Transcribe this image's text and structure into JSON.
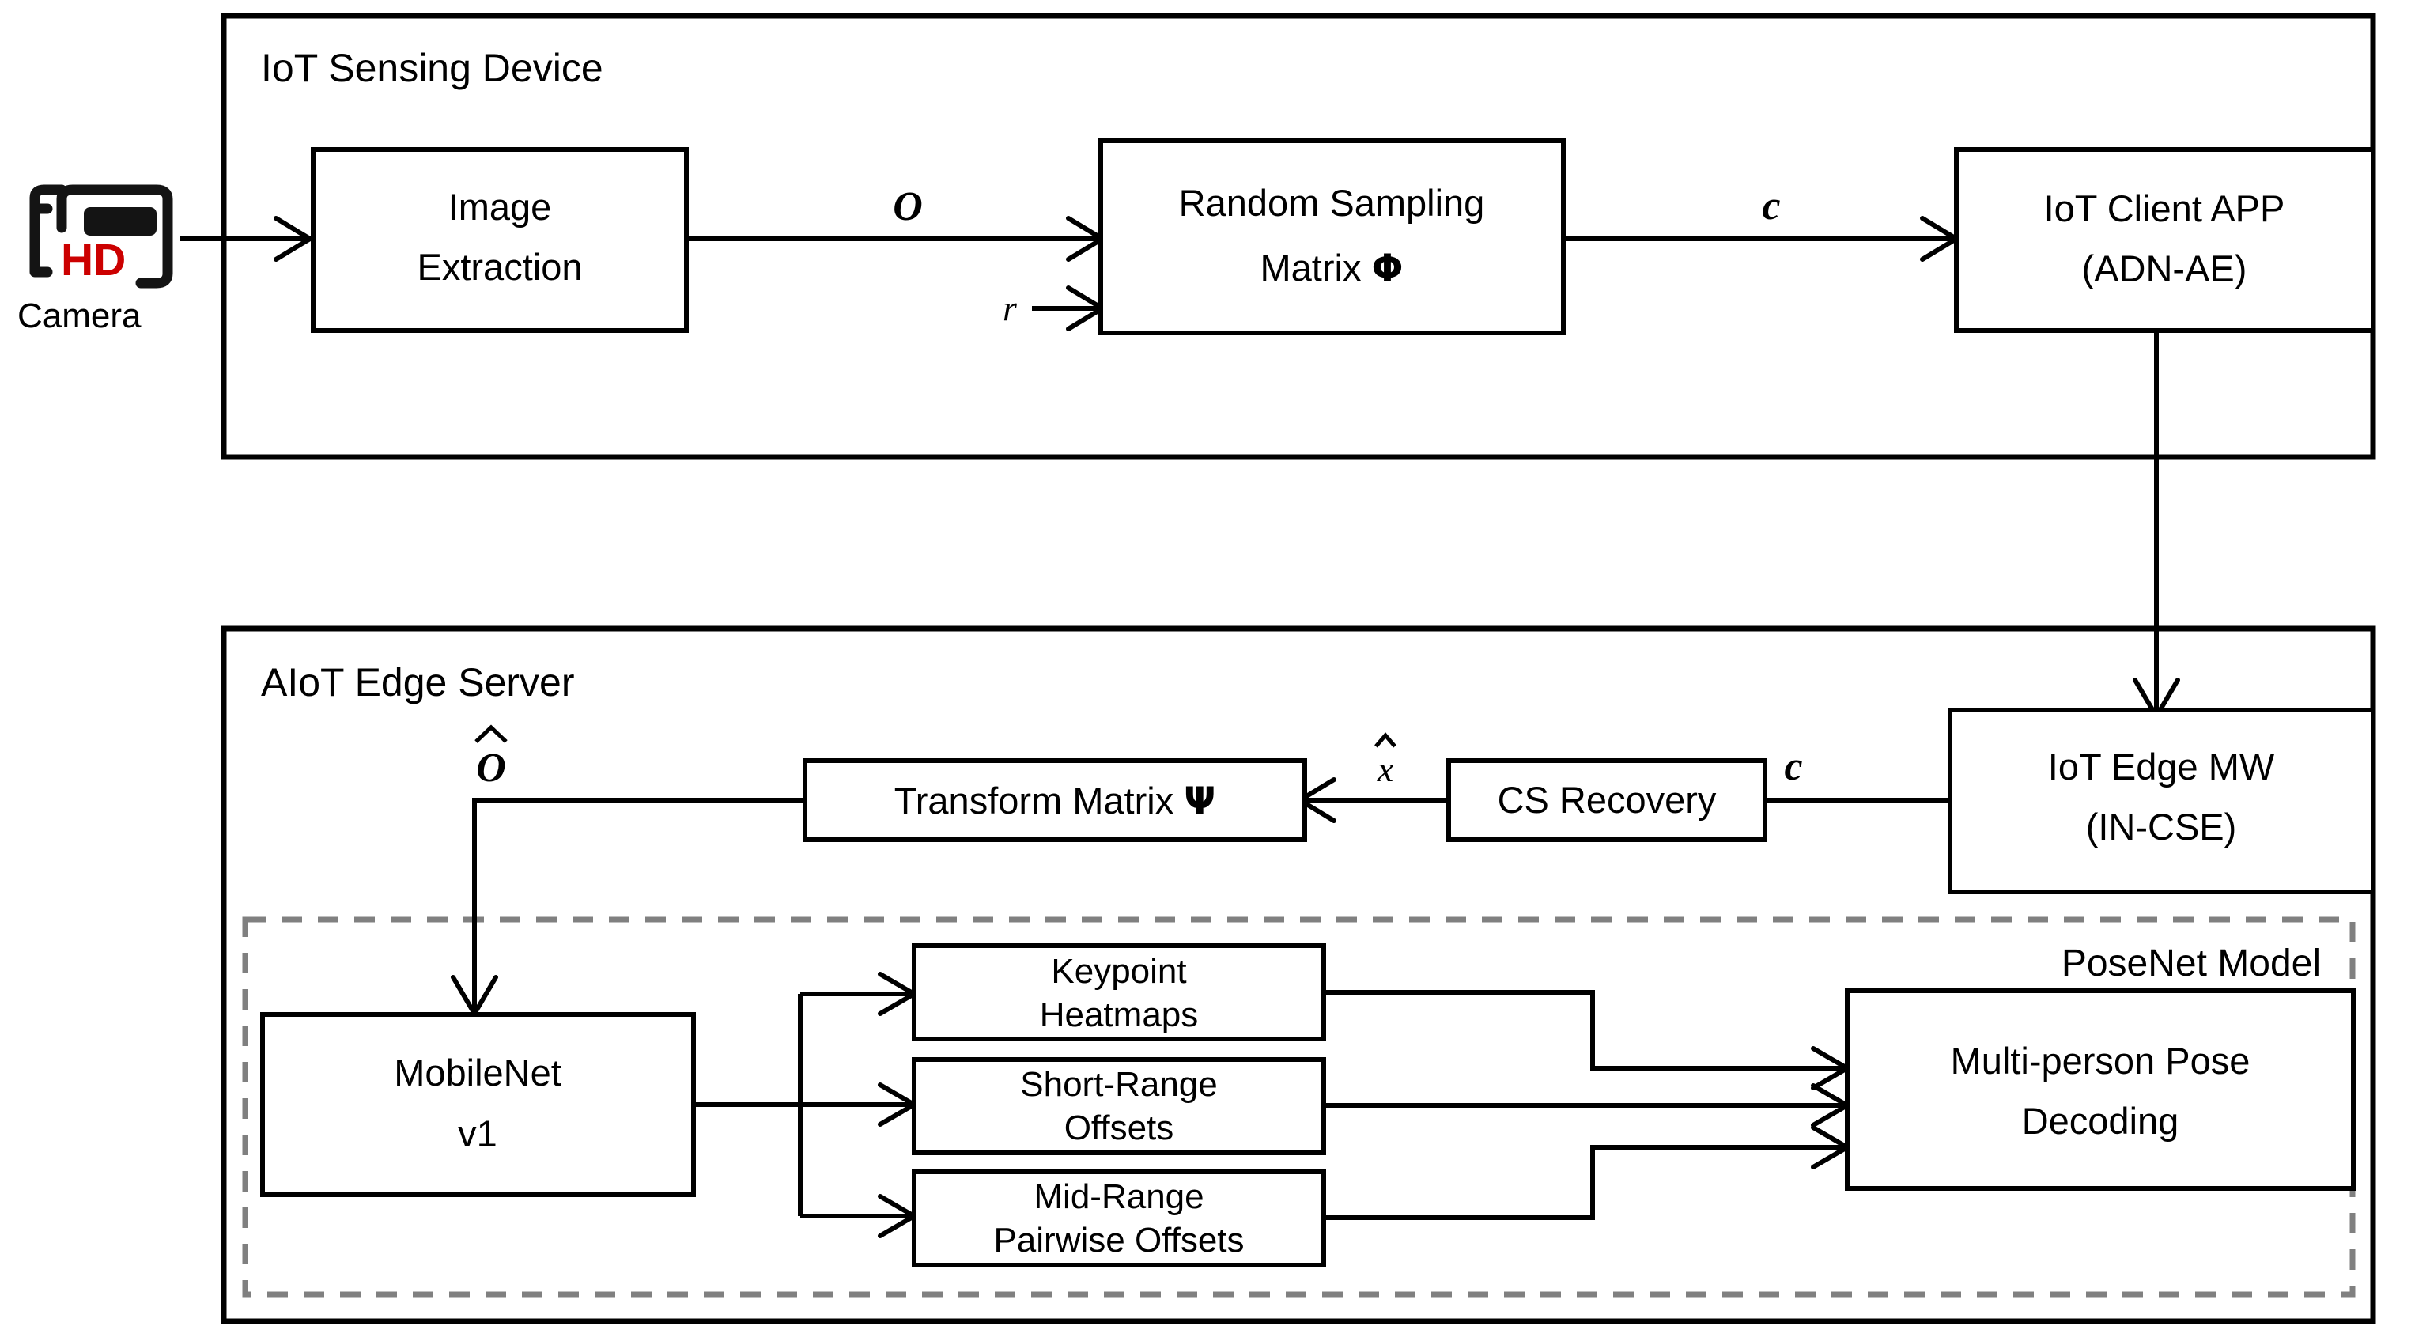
{
  "diagram": {
    "title": "IoT Sensing Device and AIoT Edge Server compressive-sensing pose estimation pipeline",
    "containers": {
      "sensing_device": {
        "label": "IoT Sensing Device"
      },
      "edge_server": {
        "label": "AIoT Edge Server"
      },
      "posenet": {
        "label": "PoseNet Model"
      }
    },
    "source": {
      "icon_label": "camera-icon",
      "badge": "HD",
      "caption": "Camera"
    },
    "boxes": {
      "image_extraction": {
        "line1": "Image",
        "line2": "Extraction"
      },
      "random_sampling": {
        "line1": "Random Sampling",
        "line2": "Matrix",
        "symbol": "Φ"
      },
      "iot_client_app": {
        "line1": "IoT Client APP",
        "line2": "(ADN-AE)"
      },
      "iot_edge_mw": {
        "line1": "IoT Edge MW",
        "line2": "(IN-CSE)"
      },
      "cs_recovery": {
        "line1": "CS Recovery"
      },
      "transform_matrix": {
        "line1": "Transform Matrix",
        "symbol": "Ψ"
      },
      "mobilenet": {
        "line1": "MobileNet",
        "line2": "v1"
      },
      "keypoint_heatmaps": {
        "line1": "Keypoint",
        "line2": "Heatmaps"
      },
      "short_range_offsets": {
        "line1": "Short-Range",
        "line2": "Offsets"
      },
      "mid_range_offsets": {
        "line1": "Mid-Range",
        "line2": "Pairwise Offsets"
      },
      "pose_decoding": {
        "line1": "Multi-person Pose",
        "line2": "Decoding"
      }
    },
    "edge_labels": {
      "o": "Ο",
      "r": "r",
      "c_top": "c",
      "c_bottom": "c",
      "o_hat_base": "Ο",
      "x_hat_base": "x"
    },
    "colors": {
      "stroke": "#000000",
      "dashed": "#808080",
      "hd_red": "#CC0000",
      "background": "#ffffff"
    }
  }
}
